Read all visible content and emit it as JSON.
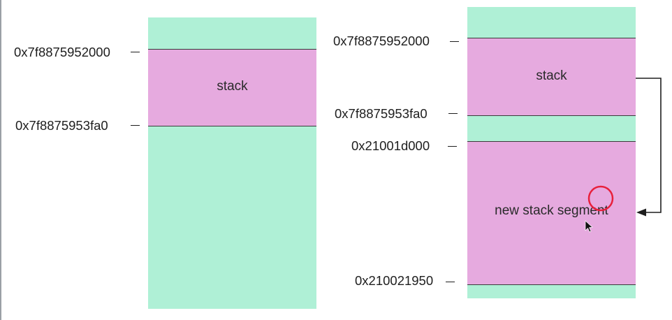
{
  "left_diagram": {
    "stack_label": "stack",
    "address_top": "0x7f8875952000",
    "address_bottom": "0x7f8875953fa0"
  },
  "right_diagram": {
    "stack_label": "stack",
    "new_segment_label": "new stack segment",
    "address_stack_top": "0x7f8875952000",
    "address_stack_bottom": "0x7f8875953fa0",
    "address_segment_top": "0x21001d000",
    "address_segment_bottom": "0x210021950"
  },
  "colors": {
    "free_memory": "#aff0d6",
    "stack_memory": "#e6aadf",
    "cursor_highlight": "#e8203c"
  },
  "icons": [
    "arrow-icon",
    "cursor-highlight-icon",
    "mouse-pointer-icon"
  ]
}
